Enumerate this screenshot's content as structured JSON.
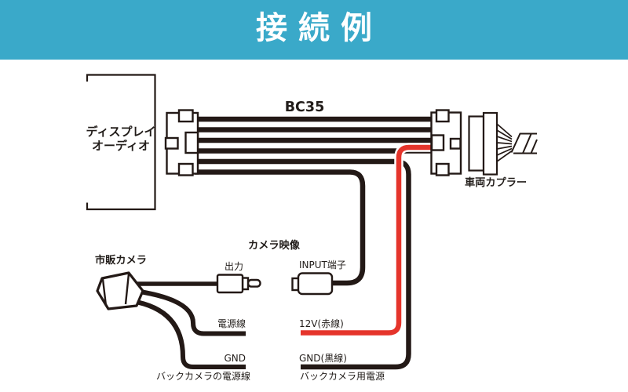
{
  "header": {
    "title": "接続例",
    "bg_color": "#3aa9c9",
    "text_color": "#ffffff"
  },
  "diagram": {
    "display_audio": {
      "line1": "ディスプレイ",
      "line2": "オーディオ"
    },
    "harness_label": "BC35",
    "vehicle_coupler_label": "車両カプラー",
    "camera_label": "市販カメラ",
    "camera_video_label": "カメラ映像",
    "output_label": "出力",
    "input_label": "INPUT端子",
    "camera_power_label": "電源線",
    "camera_gnd_label": "GND",
    "power_12v_label": "12V(赤線)",
    "gnd_black_label": "GND(黒線)",
    "back_camera_power_line_label": "バックカメラの電源線",
    "back_camera_power_label": "バックカメラ用電源",
    "wire_colors": {
      "black": "#231916",
      "red": "#e5342b"
    }
  }
}
